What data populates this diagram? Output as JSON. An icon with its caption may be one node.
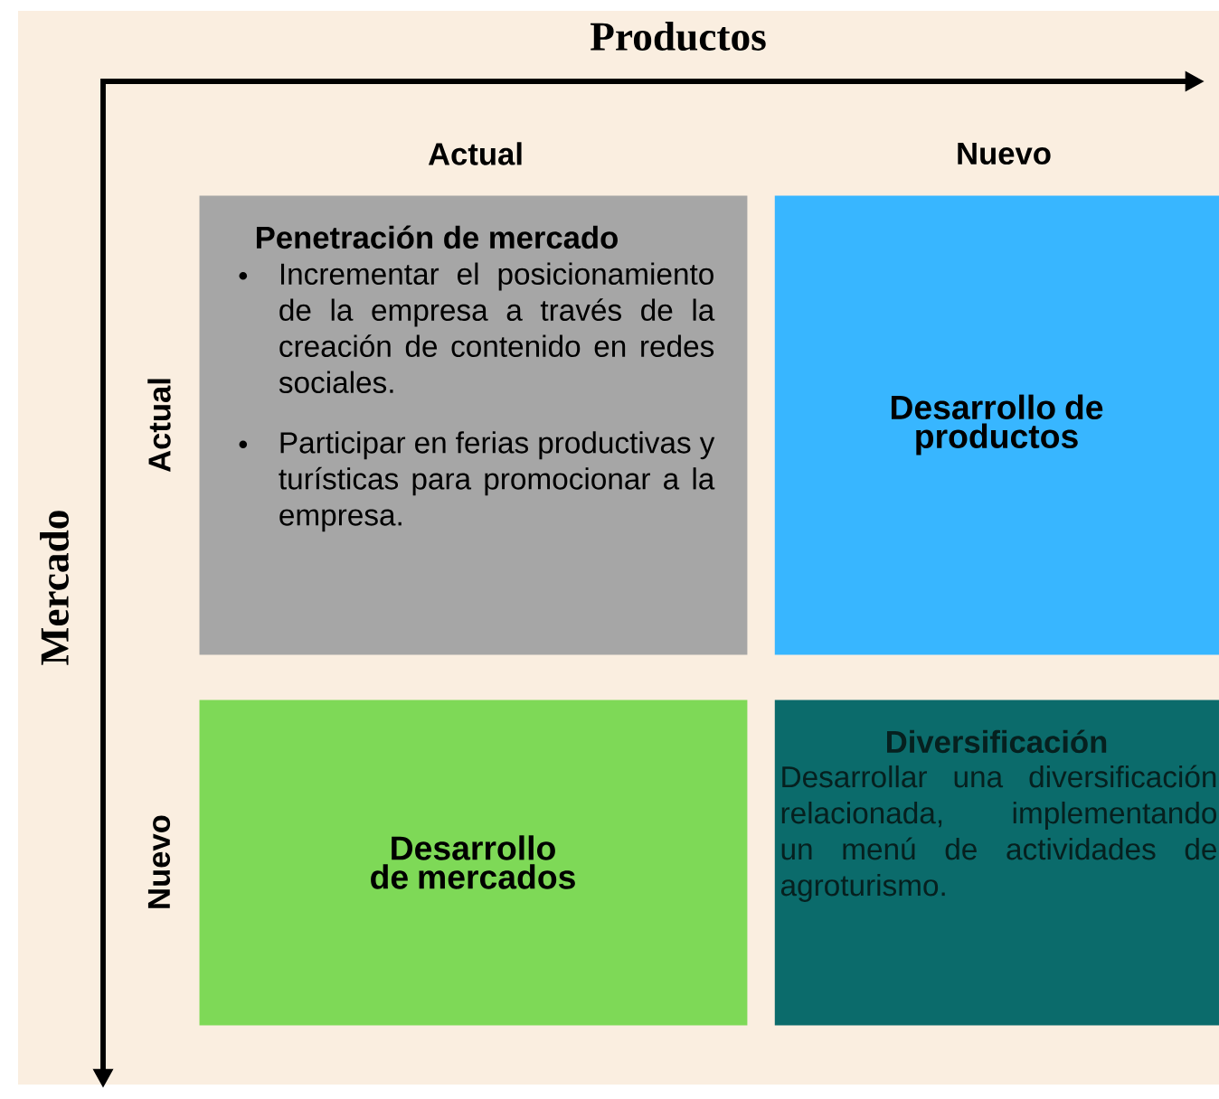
{
  "diagram": {
    "nodes": [
      {
        "text": [
          "Penetración de mercado",
          "Incrementar el posicionamiento de la empresa a través de la creación de contenido en redes sociales.",
          "Participar en ferias productivas y turísticas para promocionar a la empresa."
        ]
      },
      {
        "text": [
          "Desarrollo de productos"
        ]
      },
      {
        "text": [
          "Desarrollo de mercados"
        ]
      },
      {
        "text": [
          "Diversificación",
          "Desarrollar una diversificación relacionada, implementando un menú de actividades de agroturismo."
        ]
      }
    ],
    "labels": [
      "Productos",
      "Mercado",
      "Actual",
      "Nuevo",
      "Actual",
      "Nuevo"
    ]
  }
}
